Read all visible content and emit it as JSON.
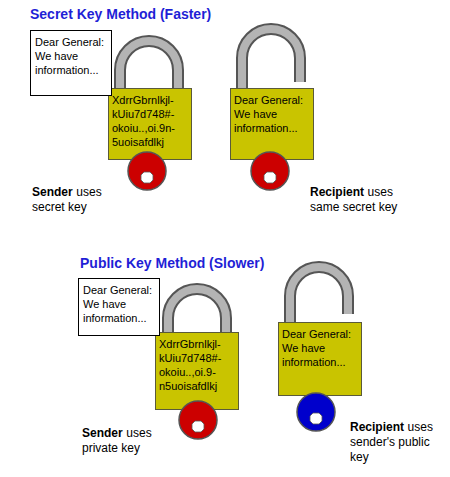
{
  "diagram": {
    "nodes": [
      {
        "text": [
          "Dear General: We have information..."
        ]
      },
      {
        "text": [
          "XdrrGbrnlkjl- kUiu7d748#- okoiu..,oi.9n- 5uoisafdlkj"
        ]
      },
      {
        "text": [
          "Dear General: We have information..."
        ]
      },
      {
        "text": [
          "Dear General: We have information..."
        ]
      },
      {
        "text": [
          "XdrrGbrnlkjl- kUiu7d748#- okoiu..,oi.9- n5uoisafdlkj"
        ]
      },
      {
        "text": [
          "Dear General: We have information..."
        ]
      }
    ],
    "labels": [
      "Secret Key Method (Faster)",
      "Sender",
      "uses secret key",
      "Recipient",
      "uses same secret key",
      "Public Key Method (Slower)",
      "Sender",
      "uses private key",
      "Recipient",
      "uses sender's public key"
    ]
  }
}
